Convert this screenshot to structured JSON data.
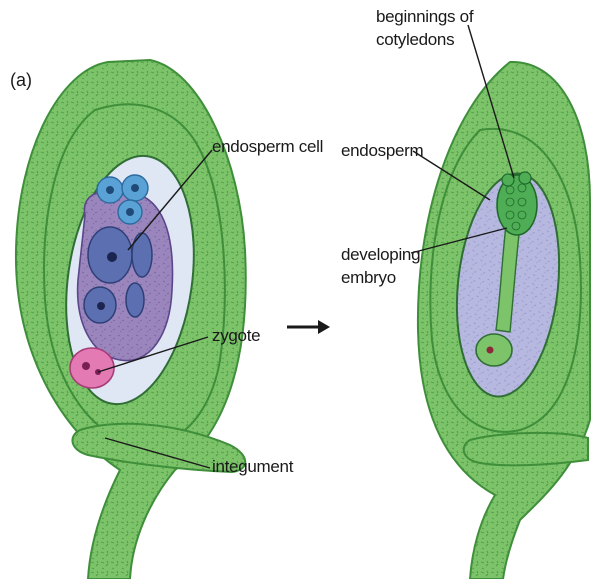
{
  "panel_label": "(a)",
  "labels": {
    "endosperm_cell": "endosperm cell",
    "zygote": "zygote",
    "integument": "integument",
    "cotyledons_line1": "beginnings of",
    "cotyledons_line2": "cotyledons",
    "endosperm": "endosperm",
    "developing_line1": "developing",
    "developing_line2": "embryo"
  },
  "colors": {
    "integument_green": "#7cc36a",
    "integument_dark": "#3f8f3a",
    "endosperm_lavender": "#b7b8e0",
    "cell_purple": "#8e78b4",
    "nucleus_blue": "#3d5fa0",
    "zygote_pink": "#e47ab3",
    "top_cells_blue": "#5aa2d6",
    "embryo_green": "#4fae55"
  },
  "arrow": "right-arrow"
}
